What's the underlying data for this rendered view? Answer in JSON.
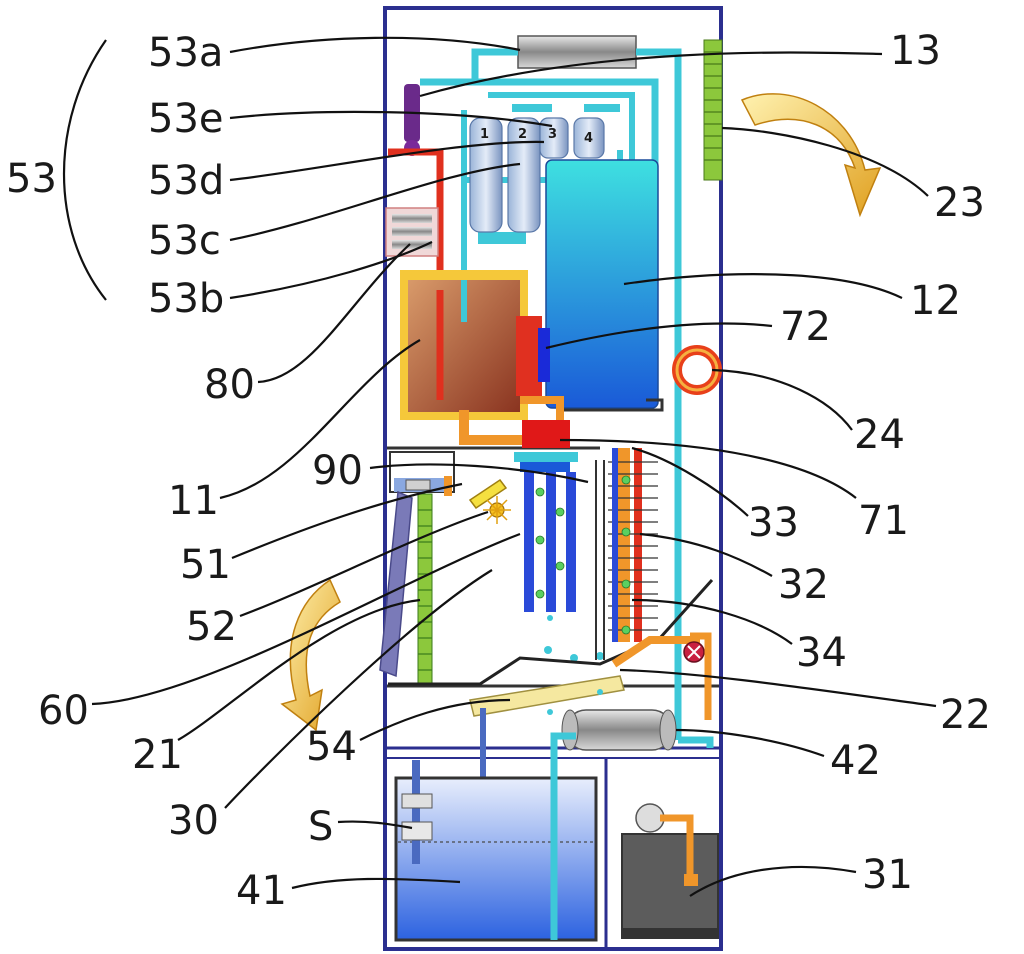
{
  "labels": {
    "l53": "53",
    "l53a": "53a",
    "l53e": "53e",
    "l53d": "53d",
    "l53c": "53c",
    "l53b": "53b",
    "l80": "80",
    "l11": "11",
    "l90": "90",
    "l51": "51",
    "l52": "52",
    "l60": "60",
    "l21": "21",
    "l30": "30",
    "l54": "54",
    "lS": "S",
    "l41": "41",
    "l13": "13",
    "l23": "23",
    "l12": "12",
    "l72": "72",
    "l24": "24",
    "l71": "71",
    "l33": "33",
    "l32": "32",
    "l34": "34",
    "l22": "22",
    "l42": "42",
    "l31": "31"
  },
  "filter_numbers": [
    "1",
    "2",
    "3",
    "4"
  ],
  "colors": {
    "frame": "#2b2f8f",
    "cyan_pipe": "#3ec8d8",
    "red_pipe": "#e0301e",
    "orange_pipe": "#f0962a",
    "blue_tank": "#1c7ad8",
    "green_strip": "#8cc83c",
    "yellow_arrow": "#f0c040",
    "brown_box": "#a85a38",
    "water": "#3a74e0",
    "purple": "#6a2a8a"
  }
}
